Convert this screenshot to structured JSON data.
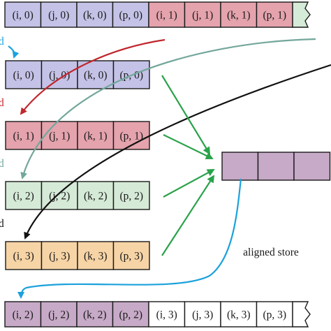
{
  "colors": {
    "purple": "#c4c2e6",
    "red": "#e4a3ad",
    "green": "#d5ead7",
    "orange": "#f7d4a6",
    "store": "#c7aac7",
    "white": "#ffffff",
    "stroke": "#1a1a1a",
    "arrow_cyan": "#1ba1dc",
    "arrow_red": "#c1272d",
    "arrow_teal": "#72a79b",
    "arrow_black": "#111111",
    "arrow_green": "#2aa24a"
  },
  "edge_marks": [
    {
      "text": "d",
      "color": "#1ba1dc"
    },
    {
      "text": "d",
      "color": "#c1272d"
    },
    {
      "text": "d",
      "color": "#72a79b"
    },
    {
      "text": "d",
      "color": "#111111"
    }
  ],
  "top_row": {
    "cells": [
      {
        "label": "(i, 0)",
        "color": "purple"
      },
      {
        "label": "(j, 0)",
        "color": "purple"
      },
      {
        "label": "(k, 0)",
        "color": "purple"
      },
      {
        "label": "(p, 0)",
        "color": "purple"
      },
      {
        "label": "(i, 1)",
        "color": "red"
      },
      {
        "label": "(j, 1)",
        "color": "red"
      },
      {
        "label": "(k, 1)",
        "color": "red"
      },
      {
        "label": "(p, 1)",
        "color": "red"
      }
    ],
    "tail_color": "green"
  },
  "registers": [
    {
      "color": "purple",
      "cells": [
        "(i, 0)",
        "(j, 0)",
        "(k, 0)",
        "(p, 0)"
      ]
    },
    {
      "color": "red",
      "cells": [
        "(i, 1)",
        "(j, 1)",
        "(k, 1)",
        "(p, 1)"
      ]
    },
    {
      "color": "green",
      "cells": [
        "(i, 2)",
        "(j, 2)",
        "(k, 2)",
        "(p, 2)"
      ]
    },
    {
      "color": "orange",
      "cells": [
        "(i, 3)",
        "(j, 3)",
        "(k, 3)",
        "(p, 3)"
      ]
    }
  ],
  "store": {
    "label": "aligned store",
    "cell_count": 3
  },
  "bottom_row": {
    "cells": [
      {
        "label": "(i, 2)",
        "color": "store"
      },
      {
        "label": "(j, 2)",
        "color": "store"
      },
      {
        "label": "(k, 2)",
        "color": "store"
      },
      {
        "label": "(p, 2)",
        "color": "store"
      },
      {
        "label": "(i, 3)",
        "color": "white"
      },
      {
        "label": "(j, 3)",
        "color": "white"
      },
      {
        "label": "(k, 3)",
        "color": "white"
      },
      {
        "label": "(p, 3)",
        "color": "white"
      }
    ],
    "tail_color": "white"
  }
}
